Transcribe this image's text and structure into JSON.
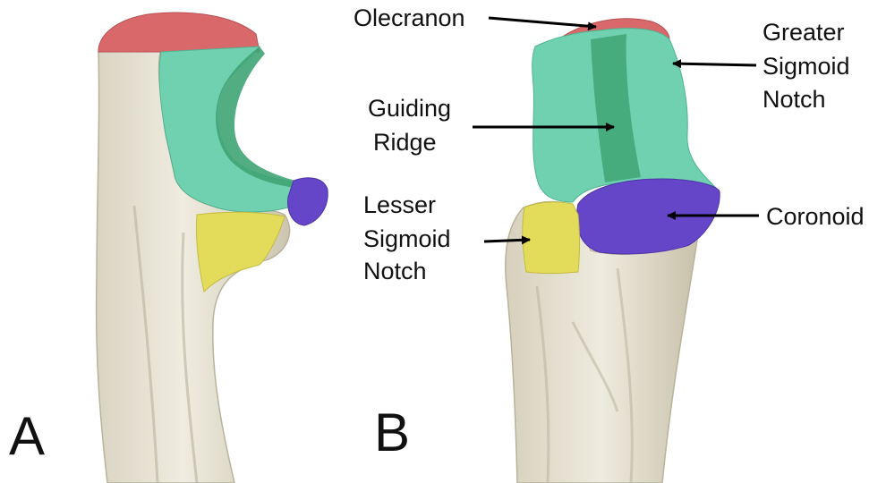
{
  "panels": {
    "a": "A",
    "b": "B"
  },
  "labels": {
    "olecranon": "Olecranon",
    "greater_sigmoid_notch": [
      "Greater",
      "Sigmoid",
      "Notch"
    ],
    "guiding_ridge": [
      "Guiding",
      "Ridge"
    ],
    "lesser_sigmoid_notch": [
      "Lesser",
      "Sigmoid",
      "Notch"
    ],
    "coronoid": "Coronoid"
  },
  "colors": {
    "bone": "#e4e0d0",
    "bone_shadow": "#b9b29c",
    "olecranon": "#d9686a",
    "greater_sigmoid_notch": "#6fd1b0",
    "guiding_ridge": "#3fa474",
    "coronoid": "#6546c8",
    "lesser_sigmoid_notch": "#e3dc5a"
  }
}
